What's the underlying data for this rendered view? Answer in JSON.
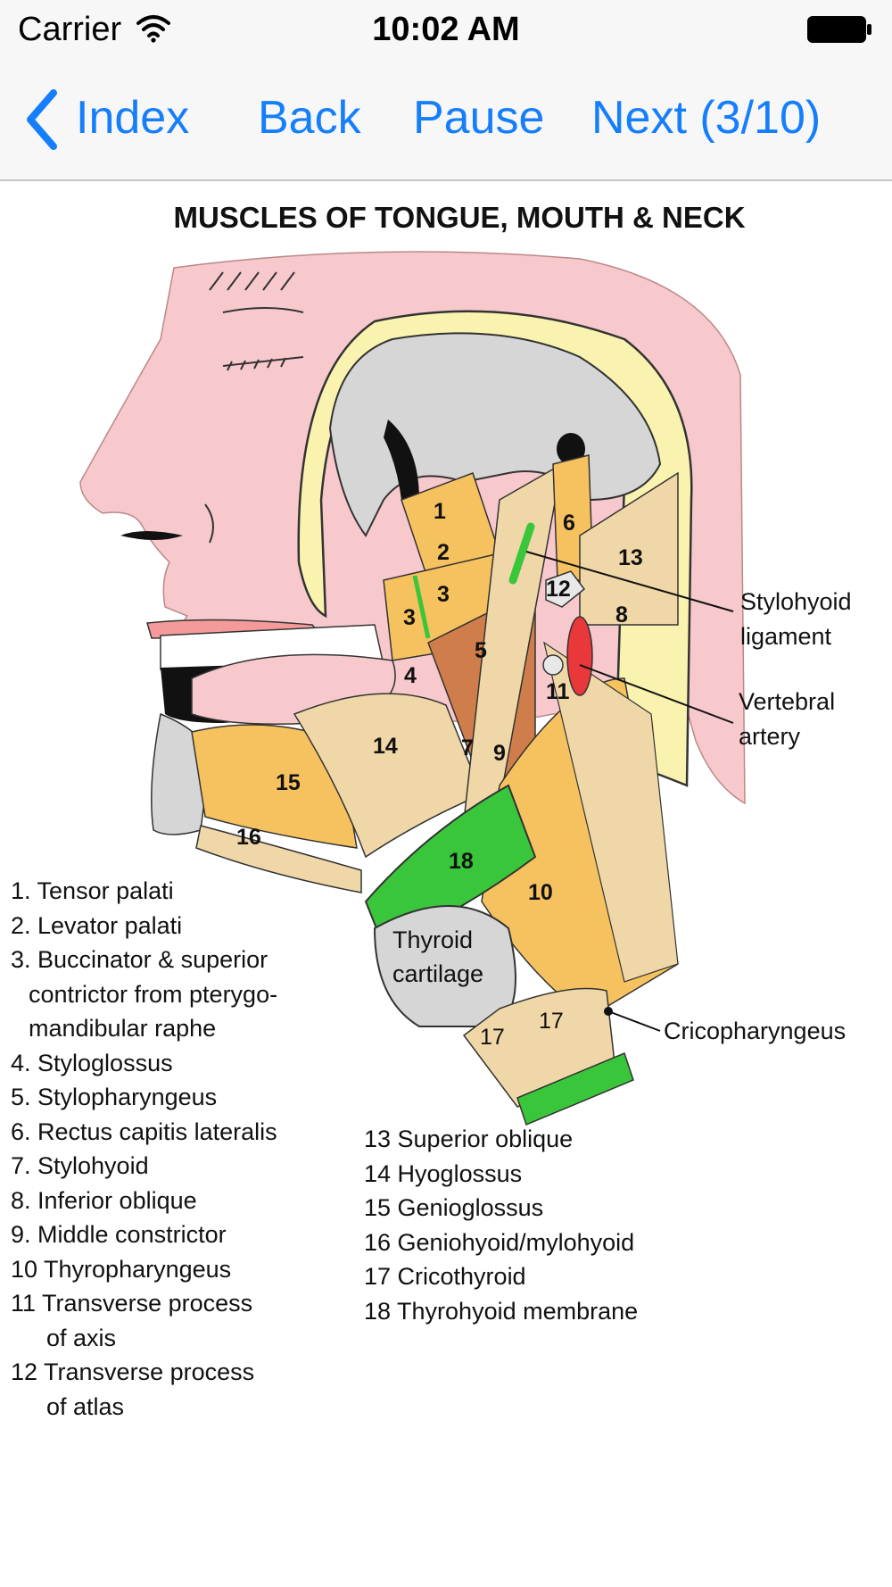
{
  "status_bar": {
    "carrier": "Carrier",
    "time": "10:02 AM",
    "icons": [
      "wifi-icon",
      "battery-icon"
    ]
  },
  "nav": {
    "back_icon": "chevron-left-icon",
    "index_label": "Index",
    "back_label": "Back",
    "pause_label": "Pause",
    "next_label": "Next (3/10)",
    "accent_color": "#157efb"
  },
  "diagram": {
    "title": "MUSCLES OF TONGUE, MOUTH & NECK",
    "region_numbers": [
      "1",
      "2",
      "3",
      "3",
      "3",
      "4",
      "5",
      "6",
      "7",
      "8",
      "9",
      "10",
      "11",
      "12",
      "13",
      "14",
      "15",
      "16",
      "17",
      "17",
      "18"
    ],
    "callouts": {
      "stylohyoid_1": "Stylohyoid",
      "stylohyoid_2": "ligament",
      "vertebral_1": "Vertebral",
      "vertebral_2": "artery",
      "thyroid_1": "Thyroid",
      "thyroid_2": "cartilage",
      "cricopharyngeus": "Cricopharyngeus"
    },
    "colors": {
      "skin": "#f7c9cc",
      "bone": "#d6d6d6",
      "muscle": "#f0d7a8",
      "muscle_dark": "#f6c25f",
      "constrictor": "#cf7d4a",
      "membrane": "#39c63a",
      "artery": "#e8383a"
    }
  },
  "legend_left": [
    "1. Tensor palati",
    "2. Levator palati",
    "3. Buccinator & superior",
    "contrictor from pterygo-",
    "mandibular raphe",
    "4. Styloglossus",
    "5. Stylopharyngeus",
    "6. Rectus capitis lateralis",
    "7. Stylohyoid",
    "8. Inferior oblique",
    "9. Middle constrictor",
    "10 Thyropharyngeus",
    "11 Transverse process",
    "of axis",
    "12 Transverse process",
    "of atlas"
  ],
  "legend_right": [
    "13 Superior oblique",
    "14 Hyoglossus",
    "15 Genioglossus",
    "16 Geniohyoid/mylohyoid",
    "17 Cricothyroid",
    "18 Thyrohyoid membrane"
  ]
}
